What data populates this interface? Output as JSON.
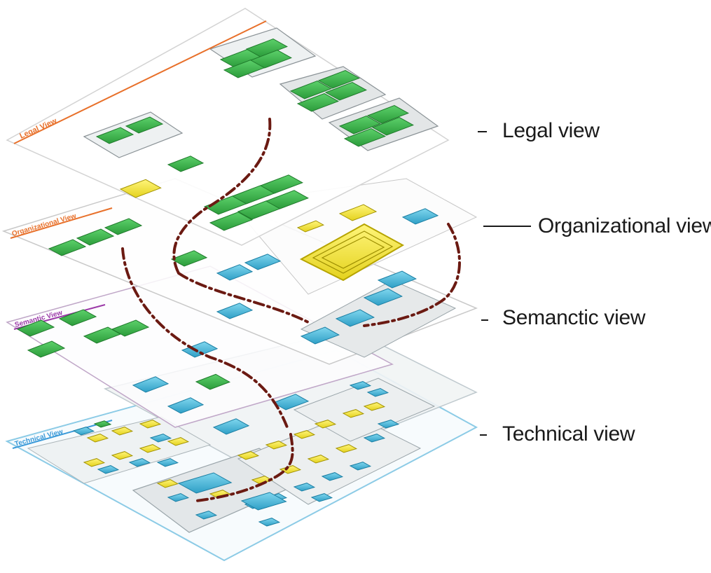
{
  "labels": {
    "legal": "Legal view",
    "organizational": "Organizational view",
    "semantic": "Semanctic view",
    "technical": "Technical view"
  },
  "layer_titles": {
    "legal": "Legal View",
    "organizational": "Organizational View",
    "semantic": "Semantic View",
    "technical": "Technical View"
  },
  "colors": {
    "legal_accent": "#e8702a",
    "organizational_accent": "#e8702a",
    "semantic_accent": "#9b3aa8",
    "technical_accent": "#3a9ad9",
    "green_box": "#3fb34f",
    "blue_box": "#4fb8d8",
    "yellow_box": "#f2e83c",
    "trace_line": "#6b1a12"
  }
}
